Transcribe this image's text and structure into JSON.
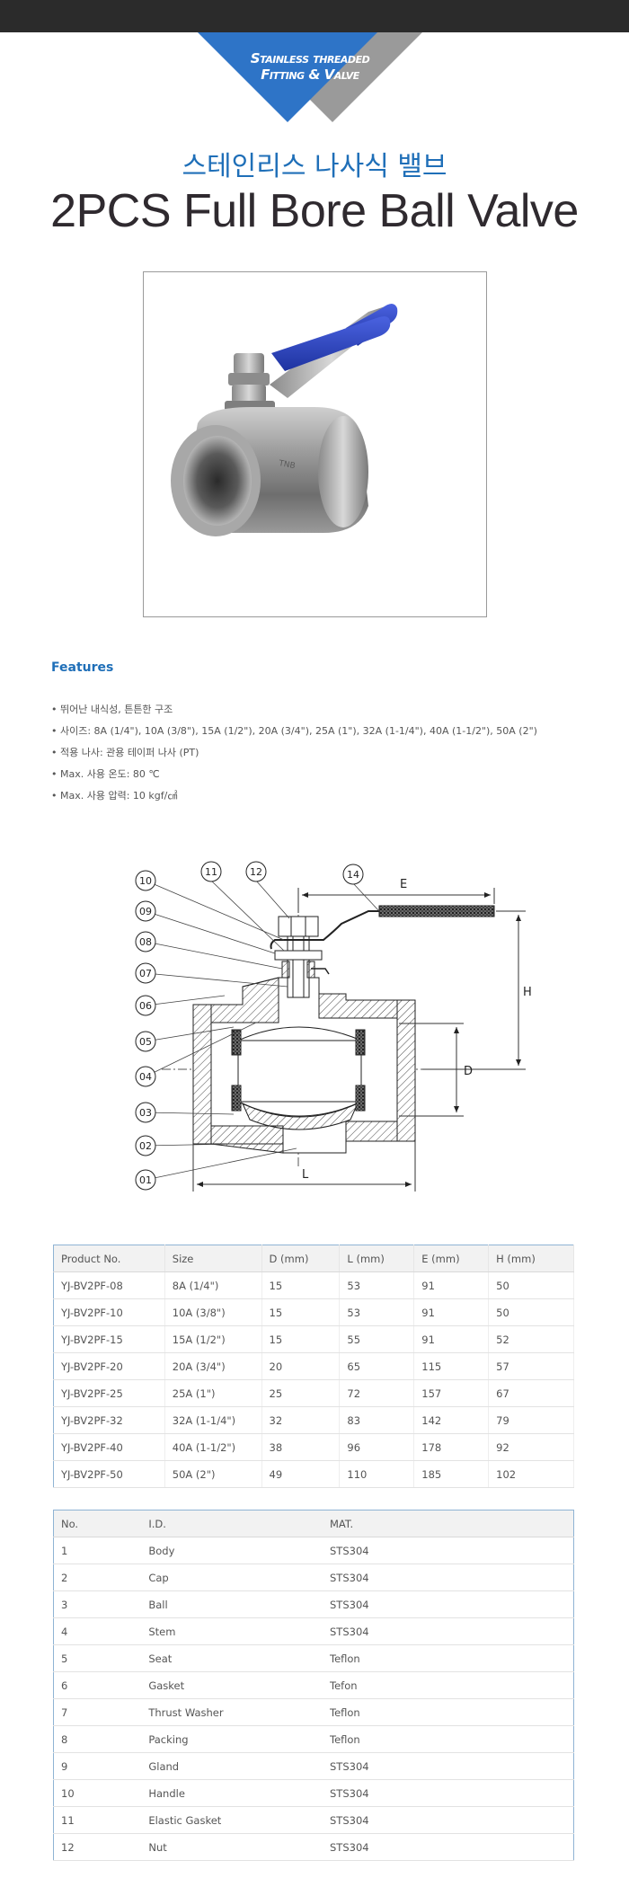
{
  "banner": {
    "line1": "Stainless threaded",
    "line2": "Fitting & Valve"
  },
  "header": {
    "subtitle_kr": "스테인리스 나사식 밸브",
    "title": "2PCS Full Bore Ball Valve"
  },
  "features": {
    "title": "Features",
    "items": [
      "• 뛰어난 내식성, 튼튼한 구조",
      "• 사이즈: 8A (1/4\"), 10A (3/8\"), 15A (1/2\"), 20A (3/4\"), 25A (1\"), 32A (1-1/4\"), 40A (1-1/2\"), 50A (2\")",
      "• 적용 나사: 관용 테이퍼 나사 (PT)",
      "• Max. 사용 온도: 80 ℃",
      "• Max. 사용 압력: 10 kgf/㎠"
    ]
  },
  "diagram": {
    "callouts": [
      "10",
      "09",
      "08",
      "07",
      "06",
      "05",
      "04",
      "03",
      "02",
      "01",
      "11",
      "12",
      "14"
    ],
    "dimensions": {
      "E": "E",
      "H": "H",
      "D": "D",
      "L": "L"
    }
  },
  "spec_table": {
    "headers": [
      "Product No.",
      "Size",
      "D (mm)",
      "L (mm)",
      "E (mm)",
      "H (mm)"
    ],
    "rows": [
      [
        "YJ-BV2PF-08",
        "8A (1/4\")",
        "15",
        "53",
        "91",
        "50"
      ],
      [
        "YJ-BV2PF-10",
        "10A (3/8\")",
        "15",
        "53",
        "91",
        "50"
      ],
      [
        "YJ-BV2PF-15",
        "15A (1/2\")",
        "15",
        "55",
        "91",
        "52"
      ],
      [
        "YJ-BV2PF-20",
        "20A (3/4\")",
        "20",
        "65",
        "115",
        "57"
      ],
      [
        "YJ-BV2PF-25",
        "25A (1\")",
        "25",
        "72",
        "157",
        "67"
      ],
      [
        "YJ-BV2PF-32",
        "32A (1-1/4\")",
        "32",
        "83",
        "142",
        "79"
      ],
      [
        "YJ-BV2PF-40",
        "40A (1-1/2\")",
        "38",
        "96",
        "178",
        "92"
      ],
      [
        "YJ-BV2PF-50",
        "50A (2\")",
        "49",
        "110",
        "185",
        "102"
      ]
    ]
  },
  "material_table": {
    "headers": [
      "No.",
      "I.D.",
      "MAT."
    ],
    "rows": [
      [
        "1",
        "Body",
        "STS304"
      ],
      [
        "2",
        "Cap",
        "STS304"
      ],
      [
        "3",
        "Ball",
        "STS304"
      ],
      [
        "4",
        "Stem",
        "STS304"
      ],
      [
        "5",
        "Seat",
        "Teflon"
      ],
      [
        "6",
        "Gasket",
        "Tefon"
      ],
      [
        "7",
        "Thrust Washer",
        "Teflon"
      ],
      [
        "8",
        "Packing",
        "Teflon"
      ],
      [
        "9",
        "Gland",
        "STS304"
      ],
      [
        "10",
        "Handle",
        "STS304"
      ],
      [
        "11",
        "Elastic Gasket",
        "STS304"
      ],
      [
        "12",
        "Nut",
        "STS304"
      ]
    ]
  },
  "colors": {
    "accent": "#1f6fb8",
    "handle_blue": "#2440b8",
    "banner_blue": "#2e74c7",
    "banner_gray": "#9a9a9a"
  }
}
